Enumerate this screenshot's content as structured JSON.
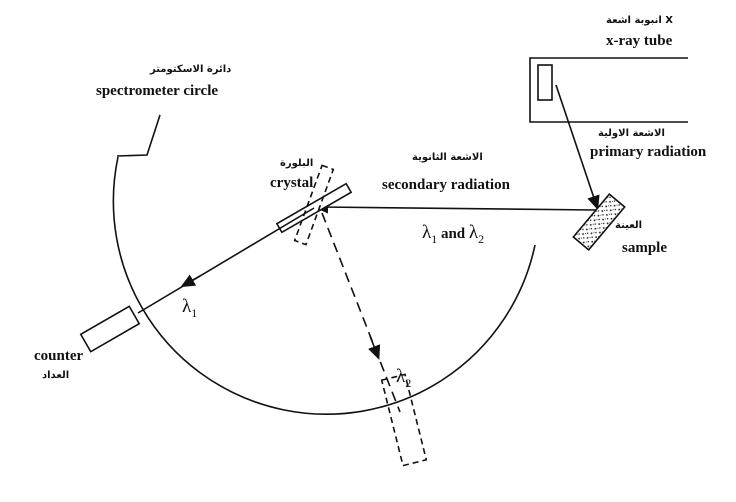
{
  "labels": {
    "spectrometer_circle_ar": "دائرة الاسكتومتر",
    "spectrometer_circle_en": "spectrometer circle",
    "xray_tube_ar": "انبوبة اشعة X",
    "xray_tube_en": "x-ray tube",
    "primary_radiation_ar": "الاشعة الاولية",
    "primary_radiation_en": "primary radiation",
    "secondary_radiation_ar": "الاشعة الثانوية",
    "secondary_radiation_en": "secondary radiation",
    "crystal_ar": "البلورة",
    "crystal_en": "crystal",
    "sample_ar": "العينة",
    "sample_en": "sample",
    "counter_en": "counter",
    "counter_ar": "العداد"
  },
  "wavelengths": {
    "both_symbol": "λ",
    "both_sub1": "1",
    "both_and": " and ",
    "both_sub2": "2",
    "l1_symbol": "λ",
    "l1_sub": "1",
    "l2_symbol": "λ",
    "l2_sub": "2"
  }
}
